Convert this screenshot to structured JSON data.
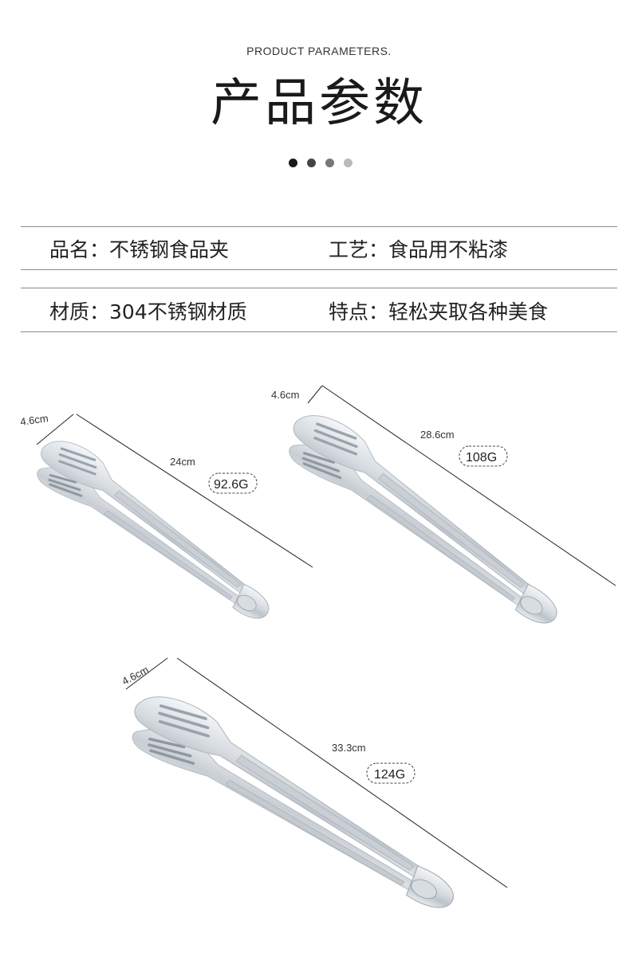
{
  "header": {
    "subtitle_en": "PRODUCT PARAMETERS.",
    "title_cn": "产品参数",
    "dots": [
      "#1a1a1a",
      "#444444",
      "#777777",
      "#bbbbbb"
    ]
  },
  "params": {
    "row1": {
      "left_label": "品名：",
      "left_value": "不锈钢食品夹",
      "right_label": "工艺：",
      "right_value": "食品用不粘漆"
    },
    "row2": {
      "left_label": "材质：",
      "left_value": "304不锈钢材质",
      "right_label": "特点：",
      "right_value": "轻松夹取各种美食"
    }
  },
  "products": [
    {
      "width_label": "4.6cm",
      "length_label": "24cm",
      "weight_label": "92.6G"
    },
    {
      "width_label": "4.6cm",
      "length_label": "28.6cm",
      "weight_label": "108G"
    },
    {
      "width_label": "4.6cm",
      "length_label": "33.3cm",
      "weight_label": "124G"
    }
  ]
}
